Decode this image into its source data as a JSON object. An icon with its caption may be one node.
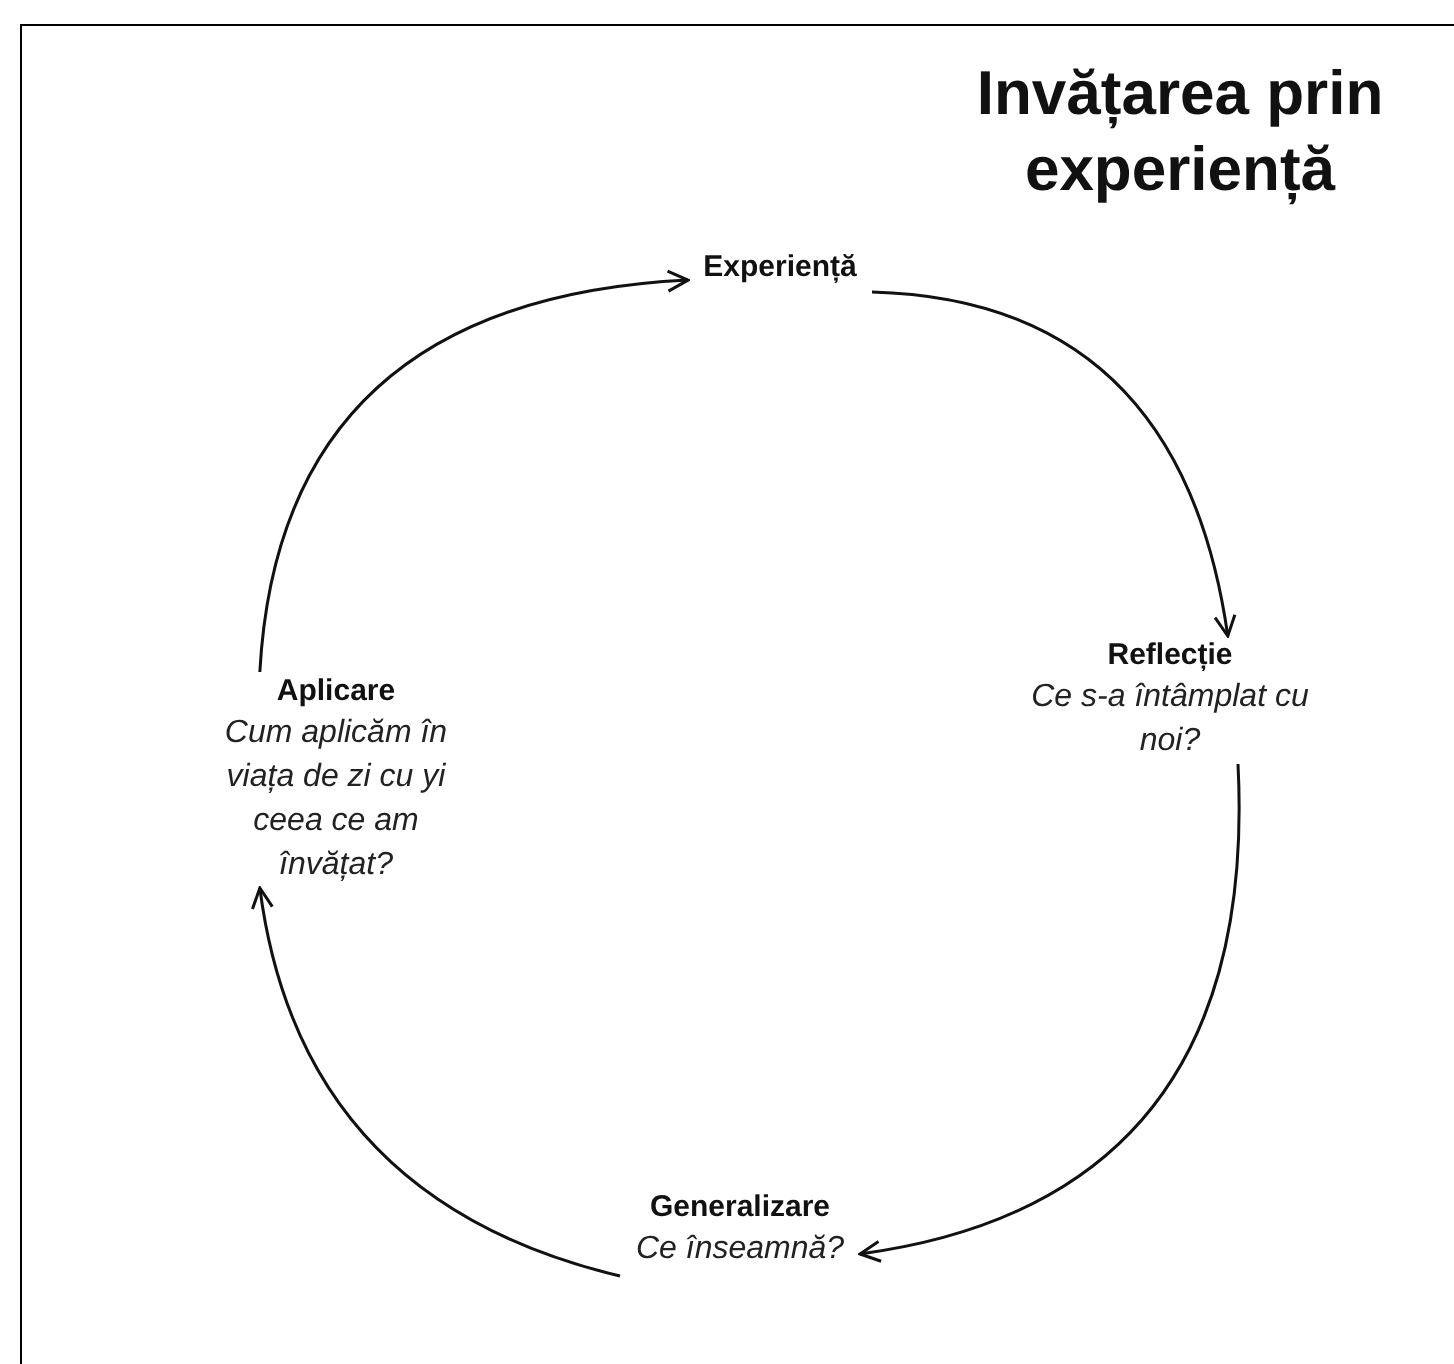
{
  "diagram": {
    "title": "Invățarea prin experiență",
    "nodes": [
      {
        "text": [
          "Experiență"
        ]
      },
      {
        "text": [
          "Reflecție",
          "Ce s-a întâmplat cu noi?"
        ]
      },
      {
        "text": [
          "Generalizare",
          "Ce înseamnă?"
        ]
      },
      {
        "text": [
          "Aplicare",
          "Cum aplicăm în viața de zi cu yi ceea ce am învățat?"
        ]
      }
    ],
    "edges": [
      {
        "from": 0,
        "to": 1,
        "arrow": "to"
      },
      {
        "from": 1,
        "to": 2,
        "arrow": "to"
      },
      {
        "from": 2,
        "to": 3,
        "arrow": "to"
      },
      {
        "from": 3,
        "to": 0,
        "arrow": "to"
      }
    ]
  }
}
